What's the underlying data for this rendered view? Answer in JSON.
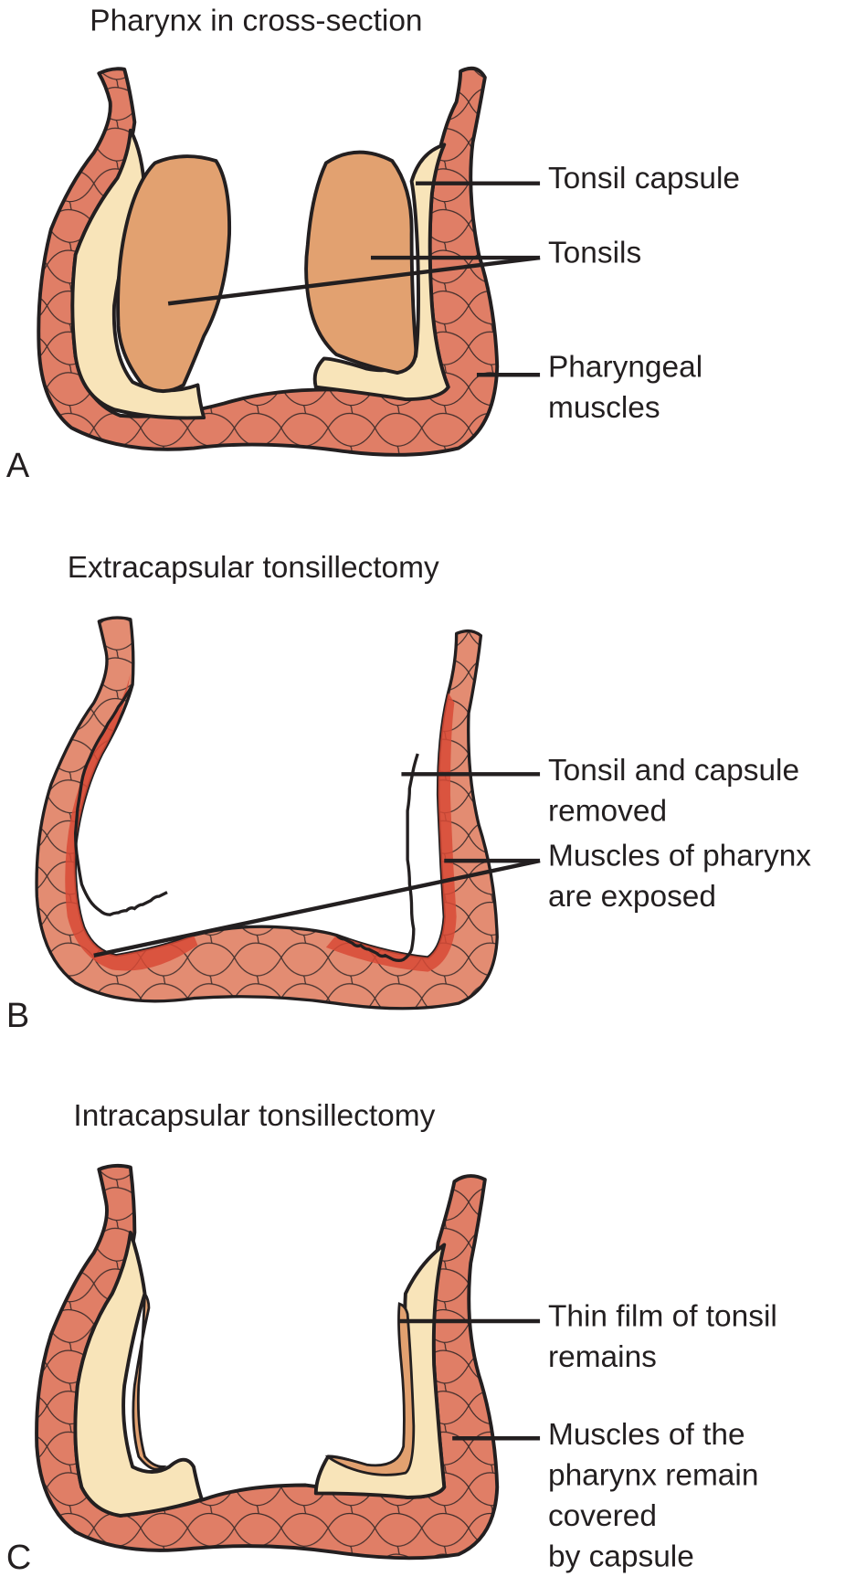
{
  "figure": {
    "panels": [
      {
        "letter": "A",
        "title": "Pharynx in cross-section",
        "labels": [
          {
            "lines": [
              "Tonsil capsule"
            ]
          },
          {
            "lines": [
              "Tonsils"
            ]
          },
          {
            "lines": [
              "Pharyngeal",
              "muscles"
            ]
          }
        ]
      },
      {
        "letter": "B",
        "title": "Extracapsular tonsillectomy",
        "labels": [
          {
            "lines": [
              "Tonsil and capsule",
              "removed"
            ]
          },
          {
            "lines": [
              "Muscles of pharynx",
              "are exposed"
            ]
          }
        ]
      },
      {
        "letter": "C",
        "title": "Intracapsular tonsillectomy",
        "labels": [
          {
            "lines": [
              "Thin film of tonsil",
              "remains"
            ]
          },
          {
            "lines": [
              "Muscles of the",
              "pharynx remain",
              "covered",
              "by capsule"
            ]
          }
        ]
      }
    ],
    "colors": {
      "muscle": "#e07e66",
      "capsule": "#f8e4b9",
      "tonsil": "#e2a170",
      "exposed_muscle": "#d84a36",
      "outline": "#231f20"
    }
  }
}
